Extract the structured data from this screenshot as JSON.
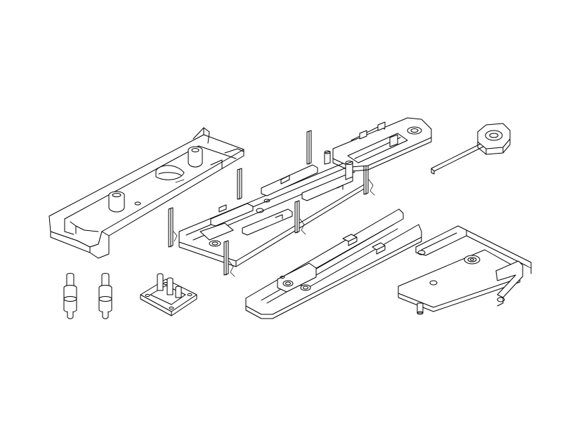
{
  "diagram": {
    "style": "isometric-exploded-line-drawing",
    "colors": {
      "background": "#ffffff",
      "line": "#000000"
    },
    "parts": [
      "base-tray",
      "main-chassis-frame",
      "upper-channel-frame",
      "key-pin",
      "long-slide-rail",
      "bracket-frame",
      "pin-post-left",
      "pin-post-right",
      "contact-plate"
    ]
  }
}
